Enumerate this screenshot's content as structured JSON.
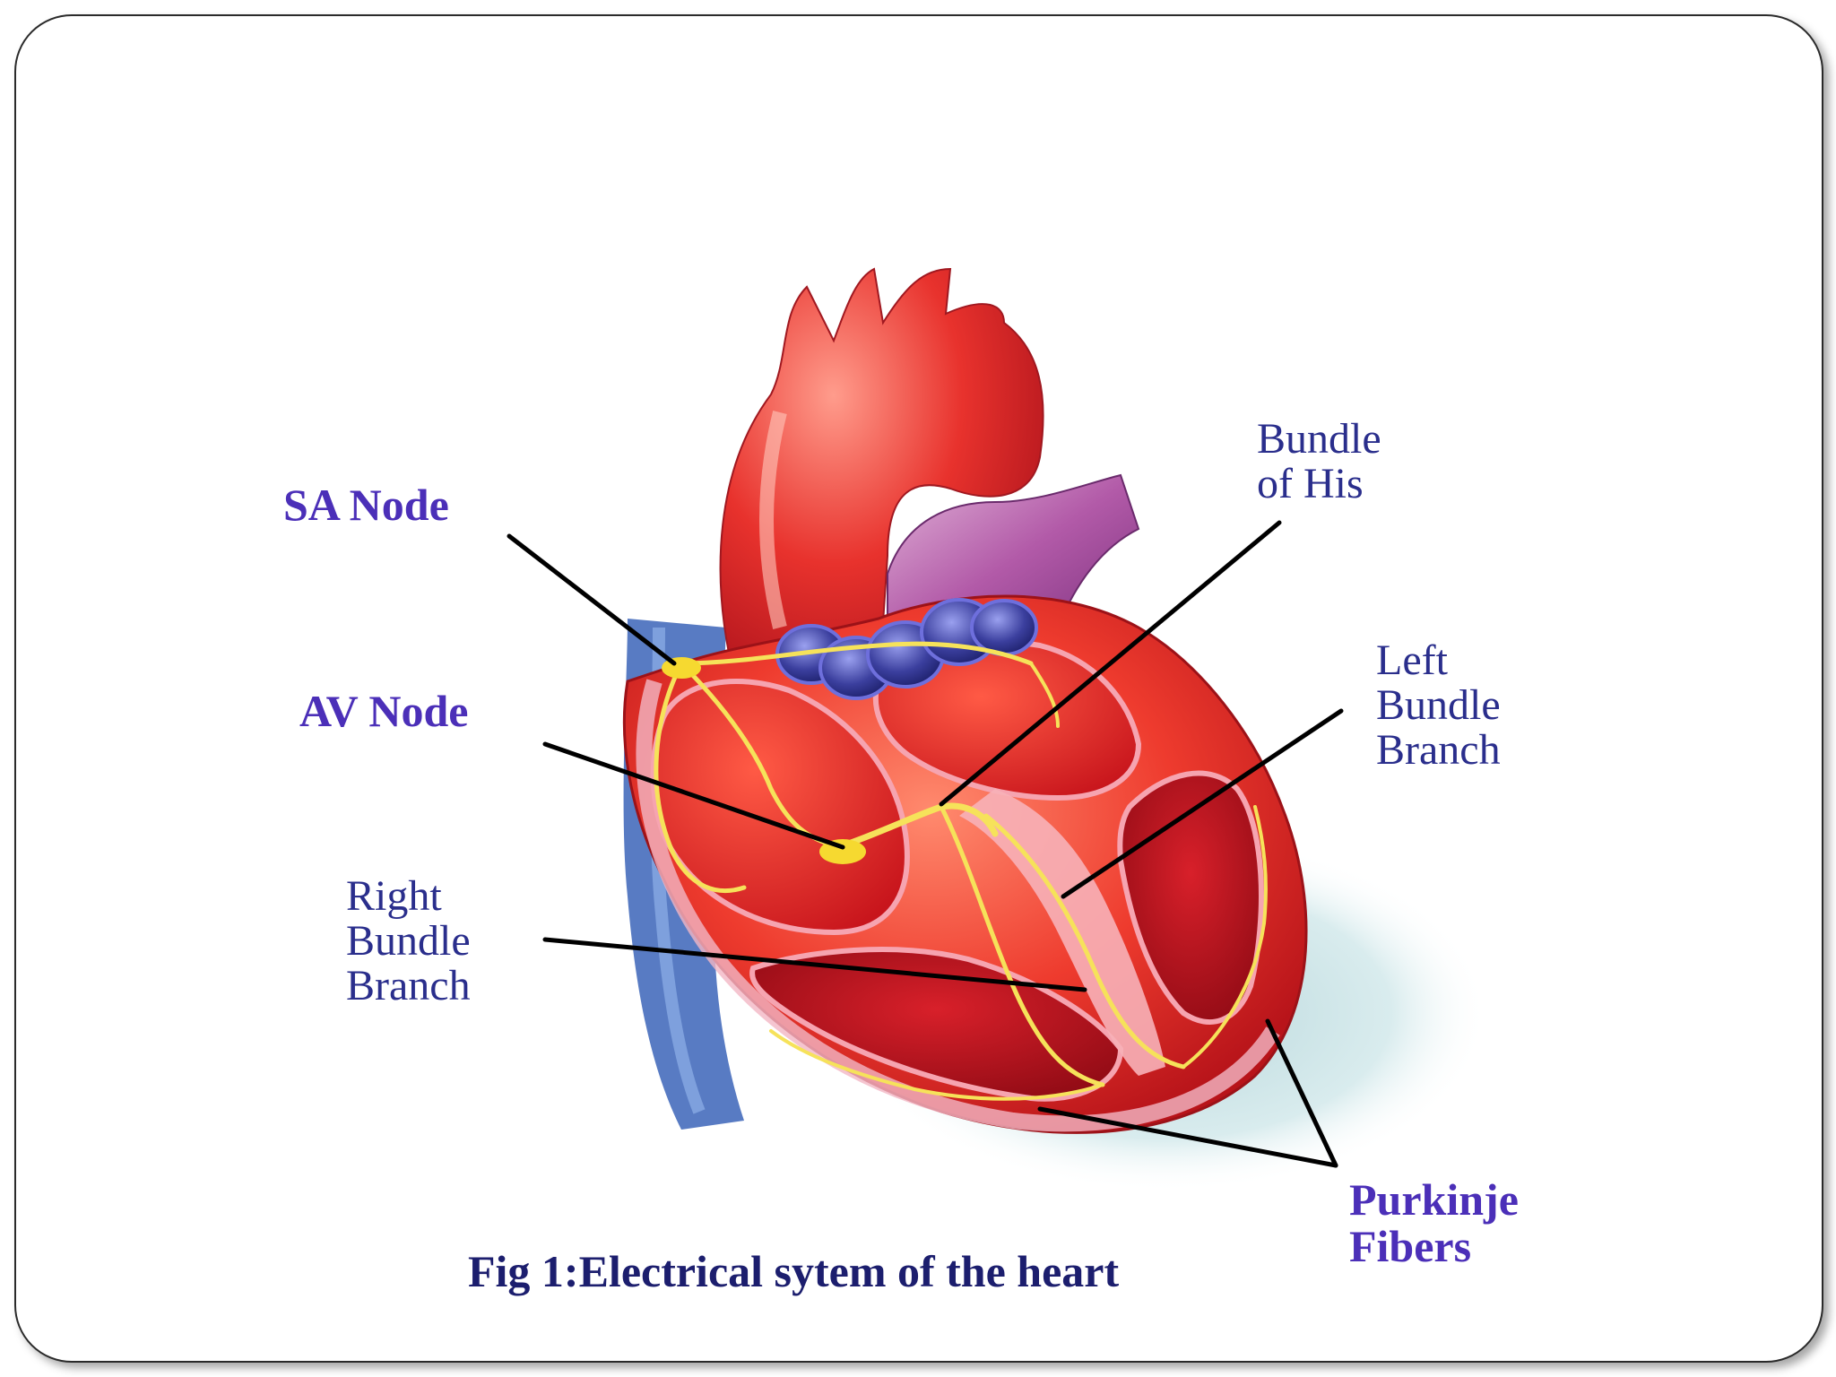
{
  "figure": {
    "caption": "Fig 1:Electrical sytem of the heart",
    "labels": {
      "sa_node": "SA Node",
      "av_node": "AV Node",
      "bundle_of_his": [
        "Bundle",
        "of His"
      ],
      "left_bundle_branch": [
        "Left",
        "Bundle",
        "Branch"
      ],
      "right_bundle_branch": [
        "Right",
        "Bundle",
        "Branch"
      ],
      "purkinje_fibers": [
        "Purkinje",
        "Fibers"
      ]
    }
  },
  "colors": {
    "label_text": "#2a2e8c",
    "bold_label_text": "#4b2fb8",
    "heart_red": "#e8322d",
    "conduction_yellow": "#f6e25a",
    "valve_blue": "#3b3f9e"
  }
}
